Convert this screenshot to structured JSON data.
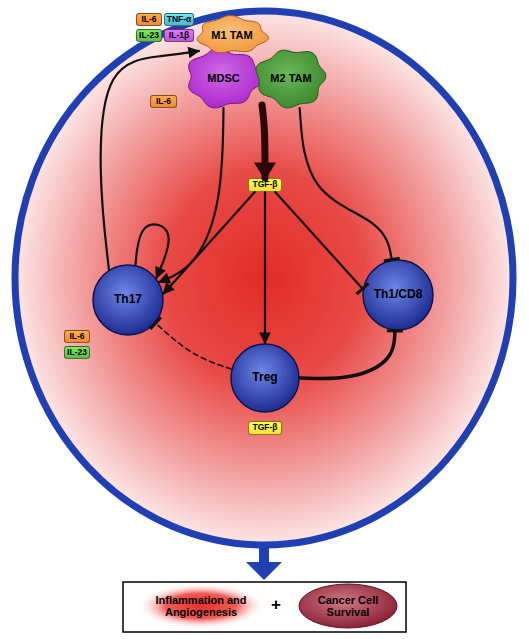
{
  "diagram": {
    "nodes": [
      {
        "text": [
          "IL-6"
        ]
      },
      {
        "text": [
          "TNF-α"
        ]
      },
      {
        "text": [
          "IL-23"
        ]
      },
      {
        "text": [
          "IL-1β"
        ]
      },
      {
        "text": [
          "M1 TAM"
        ]
      },
      {
        "text": [
          "MDSC"
        ]
      },
      {
        "text": [
          "M2 TAM"
        ]
      },
      {
        "text": [
          "IL-6"
        ]
      },
      {
        "text": [
          "TGF-β"
        ]
      },
      {
        "text": [
          "Th17"
        ]
      },
      {
        "text": [
          "Th1/CD8"
        ]
      },
      {
        "text": [
          "IL-6"
        ]
      },
      {
        "text": [
          "IL-23"
        ]
      },
      {
        "text": [
          "Treg"
        ]
      },
      {
        "text": [
          "TGF-β"
        ]
      },
      {
        "text": [
          "Inflammation and Angiogenesis"
        ]
      },
      {
        "text": [
          "Cancer Cell Survival"
        ]
      }
    ],
    "edges": [
      {
        "from": 9,
        "to": 4,
        "arrow": "to"
      },
      {
        "from": 9,
        "to": 9,
        "arrow": "to"
      },
      {
        "from": 5,
        "to": 9,
        "arrow": "to"
      },
      {
        "from": 5,
        "to": 8,
        "arrow": "to"
      },
      {
        "from": 6,
        "to": 10,
        "arrow": "to"
      },
      {
        "from": 8,
        "to": 9,
        "arrow": "to"
      },
      {
        "from": 8,
        "to": 10,
        "arrow": "to"
      },
      {
        "from": 8,
        "to": 13,
        "arrow": "to"
      },
      {
        "from": 13,
        "to": 10,
        "arrow": "to"
      },
      {
        "from": 13,
        "to": 9,
        "arrow": "to"
      }
    ],
    "labels": [
      "+"
    ]
  }
}
